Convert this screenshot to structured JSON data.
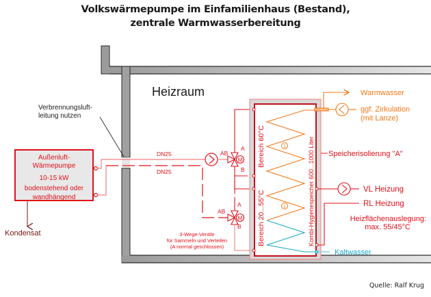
{
  "title": {
    "line1": "Volkswärmepumpe im Einfamilienhaus (Bestand),",
    "line2": "zentrale Warmwasserbereitung"
  },
  "room": {
    "label": "Heizraum"
  },
  "annotations": {
    "combustion_air_line1": "Verbrennungsluft-",
    "combustion_air_line2": "leitung nutzen",
    "condensate": "Kondensat",
    "pipe_supply": "DN25",
    "pipe_return": "DN25",
    "valves_line1": "3-Wege-Ventile",
    "valves_line2": "für Sammeln und Verteilen",
    "valves_line3": "(A normal geschlossen)"
  },
  "heat_pump": {
    "line1": "Außenluft-",
    "line2": "Wärmepumpe",
    "line3": "10-15 kW",
    "line4": "bodenstehend oder",
    "line5": "wandhängend"
  },
  "valve_upper": {
    "port_ab": "AB",
    "port_a": "A",
    "port_b": "B",
    "motor": "M"
  },
  "valve_lower": {
    "port_ab": "AB",
    "port_a": "A",
    "port_b": "B",
    "motor": "M"
  },
  "tank": {
    "zone_top": "Bereich 60°C",
    "zone_bottom": "Bereich 20...55°C",
    "name": "Kombi-Hygienespeicher 600...1000 Liter",
    "coil_marker_upper": "1",
    "coil_marker_lower": "1"
  },
  "connections": {
    "hot_water": "Warmwasser",
    "circulation_line1": "ggf. Zirkulation",
    "circulation_line2": "(mit Lanze)",
    "insulation": "Speicherisolierung \"A\"",
    "flow_heating": "VL Heizung",
    "return_heating": "RL Heizung",
    "design_line1": "Heizflächenauslegung:",
    "design_line2": "max. 55/45°C",
    "cold_water": "Kaltwasser"
  },
  "colors": {
    "red": "#e0101a",
    "light_red": "#f08080",
    "dark_red": "#7a1010",
    "orange": "#f07818",
    "cyan": "#1aa8c8",
    "wall_gray": "#a0a0a0"
  },
  "source": "Quelle: Ralf Krug"
}
